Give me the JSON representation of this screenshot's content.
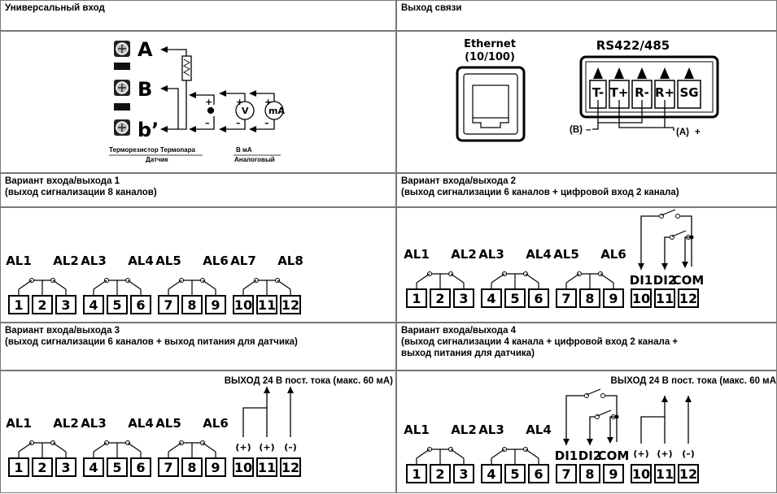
{
  "sections": {
    "universal_input": "Универсальный вход",
    "comm_output": "Выход связи",
    "variant1_line1": "Вариант входа/выхода 1",
    "variant1_line2": "(выход сигнализации 8 каналов)",
    "variant2_line1": "Вариант входа/выхода 2",
    "variant2_line2": "(выход сигнализации 6 каналов + цифровой вход 2 канала)",
    "variant3_line1": "Вариант входа/выхода 3",
    "variant3_line2": "(выход сигнализации 6 каналов + выход питания для датчика)",
    "variant4_line1": "Вариант входа/выхода 4",
    "variant4_line2": "(выход сигнализации 4 канала + цифровой вход 2 канала +",
    "variant4_line3": "выход питания для датчика)"
  },
  "input_diagram": {
    "terminal_a": "A",
    "terminal_b": "B",
    "terminal_b2": "b’",
    "plus": "+",
    "minus": "–",
    "meter_v": "V",
    "meter_ma": "mA",
    "label_rtd_tc": "Терморезистор Термопара",
    "label_sensor": "Датчик",
    "label_v_ma": "В     мА",
    "label_analog": "Аналоговый"
  },
  "comm_diagram": {
    "ethernet_line1": "Ethernet",
    "ethernet_line2": "(10/100)",
    "rs_title": "RS422/485",
    "pins": [
      "T-",
      "T+",
      "R-",
      "R+",
      "SG"
    ],
    "b_label": "(B)",
    "a_label": "(A)",
    "minus": "–",
    "plus": "+"
  },
  "alarm_labels": [
    "AL1",
    "AL2",
    "AL3",
    "AL4",
    "AL5",
    "AL6",
    "AL7",
    "AL8"
  ],
  "terminals": [
    "1",
    "2",
    "3",
    "4",
    "5",
    "6",
    "7",
    "8",
    "9",
    "10",
    "11",
    "12"
  ],
  "digital_inputs": {
    "di1": "DI1",
    "di2": "DI2",
    "com": "COM"
  },
  "power_output": {
    "title_v3": "ВЫХОД 24 В пост. тока (макс. 60 мА)",
    "title_v4": "ВЫХОД 24 В пост. тока (макс. 60 мА",
    "plus_label": "(+)",
    "minus_label": "(–)"
  }
}
